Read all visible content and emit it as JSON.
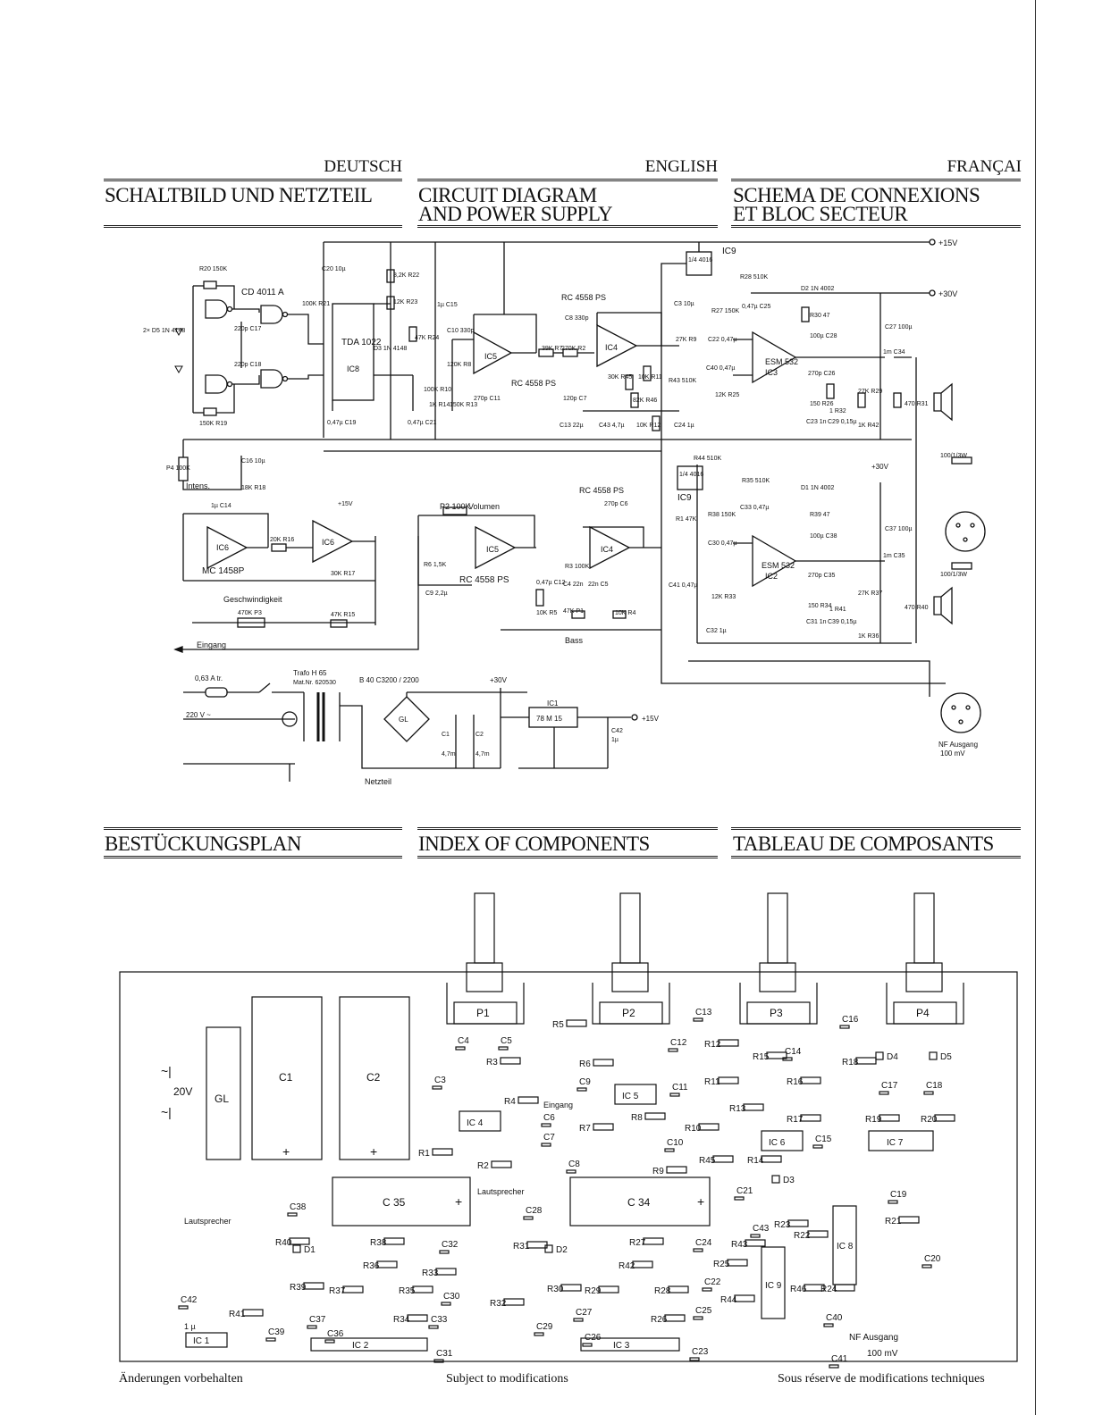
{
  "header": {
    "languages": {
      "de": "DEUTSCH",
      "en": "ENGLISH",
      "fr": "FRANÇAI"
    },
    "schematic_titles": {
      "de": "SCHALTBILD UND NETZTEIL",
      "en_line1": "CIRCUIT DIAGRAM",
      "en_line2": "AND POWER SUPPLY",
      "fr_line1": "SCHEMA DE CONNEXIONS",
      "fr_line2": "ET BLOC SECTEUR"
    },
    "layout_titles": {
      "de": "BESTÜCKUNGSPLAN",
      "en": "INDEX OF COMPONENTS",
      "fr": "TABLEAU DE COMPOSANTS"
    }
  },
  "schematic": {
    "rails": {
      "plus15": "+15V",
      "plus30": "+30V"
    },
    "ics": {
      "ic9": "IC9",
      "ic9_part": "1/4 4016",
      "ic7_part": "CD 4011 A",
      "ic8_part": "TDA 1022",
      "ic8": "IC8",
      "ic4_ic5_part": "RC 4558 PS",
      "ic5": "IC5",
      "ic4": "IC4",
      "ic6": "IC6",
      "ic6_part": "MC 1458P",
      "ic3": "IC3",
      "ic2": "IC2",
      "esm": "ESM 532"
    },
    "controls": {
      "intens": "Intens.",
      "volumen": "Volumen",
      "bass": "Bass",
      "geschw": "Geschwindigkeit",
      "eingang": "Eingang"
    },
    "supply": {
      "fuse": "0,63 A tr.",
      "trafo": "Trafo H 65",
      "matnr": "Mat.Nr. 620530",
      "bridge": "B 40 C3200 / 2200",
      "mains": "220 V ~",
      "reg": "78 M 15",
      "reg_label": "IC1",
      "netzteil": "Netzteil",
      "v30": "+30V",
      "v15": "+15V",
      "c1": "C1",
      "c1v": "4,7m",
      "c2": "C2",
      "c2v": "4,7m",
      "c42": "C42",
      "c42v": "1µ",
      "gl": "GL"
    },
    "outputs": {
      "nf": "NF Ausgang",
      "nf_level": "100 mV",
      "spk_rating": "100/1/3W"
    },
    "labels": {
      "r20": "R20 150K",
      "r19": "150K R19",
      "r21": "100K R21",
      "r22": "8,2K R22",
      "r23": "12K R23",
      "r24": "47K R24",
      "c20": "C20 10µ",
      "c15": "1µ C15",
      "c17": "220p C17",
      "c18": "220p C18",
      "d5": "2× D5 1N 4148",
      "d3": "D3 1N 4148",
      "c10": "C10 330p",
      "r8": "120K R8",
      "r10": "100K R10",
      "c11": "270p C11",
      "r14": "1K R14",
      "r13": "150K R13",
      "c21": "0,47µ C21",
      "c19": "0,47µ C19",
      "c8": "C8 330p",
      "r7": "39K R7",
      "r2": "270K R2",
      "c7": "120p C7",
      "r45": "30K R45",
      "r11": "10K R11",
      "r46": "82K R46",
      "r12": "10K R12",
      "c13": "C13 22µ",
      "c43": "C43 4,7µ",
      "c3": "C3 10µ",
      "r9": "27K R9",
      "r43": "R43 510K",
      "c40": "C40 0,47µ",
      "c24": "C24 1µ",
      "r28": "R28 510K",
      "r27": "R27 150K",
      "c25": "0,47µ C25",
      "c22": "C22 0,47µ",
      "r25": "12K R25",
      "d2": "D2 1N 4002",
      "r30": "R30 47",
      "c28": "100µ C28",
      "c26": "270p C26",
      "r26": "150 R26",
      "r32": "1 R32",
      "c23": "C23 1n",
      "c29": "C29 0,15µ",
      "r29": "27K R29",
      "r42": "1K R42",
      "c27": "C27 100µ",
      "c34": "1m C34",
      "r31": "470 R31",
      "r44": "R44 510K",
      "r1": "R1 47K",
      "c41": "C41 0,47µ",
      "r38": "R38 150K",
      "r35": "R35 510K",
      "c33": "C33 0,47µ",
      "c30": "C30 0,47µ",
      "r33": "12K R33",
      "c32": "C32 1µ",
      "d1": "D1 1N 4002",
      "r39": "R39 47",
      "c38": "100µ C38",
      "c35": "270p C35",
      "r34": "150 R34",
      "r41": "1 R41",
      "c31": "C31 1n",
      "c39": "C39 0,15µ",
      "r37": "27K R37",
      "r36": "1K R36",
      "c37": "C37 100µ",
      "c35b": "1m C35",
      "r40": "470 R40",
      "c16": "C16 10µ",
      "p4": "P4 100K",
      "r18": "18K R18",
      "c14": "1µ C14",
      "r16": "20K R16",
      "r17": "30K R17",
      "r15": "47K R15",
      "p3": "470K P3",
      "p2": "P2 100K",
      "r6": "R6 1,5K",
      "c9": "C9 2,2µ",
      "c12": "0,47µ C12",
      "r5": "10K R5",
      "r3": "R3 100K",
      "c4": "C4 22n",
      "c5": "22n C5",
      "p1": "47K P1",
      "r4": "10K R4",
      "c6": "270p C6"
    }
  },
  "pcb": {
    "pots": [
      "P1",
      "P2",
      "P3",
      "P4"
    ],
    "big_caps": {
      "c1": "C1",
      "c2": "C2",
      "c35": "C 35",
      "c34": "C 34",
      "gl": "GL"
    },
    "mains": {
      "ac1": "~|",
      "v": "20V",
      "ac2": "~|"
    },
    "ics": [
      "IC 5",
      "IC 4",
      "IC 6",
      "IC 7",
      "IC 8",
      "IC 9",
      "IC 1",
      "IC 2",
      "IC 3"
    ],
    "texts": {
      "eingang": "Eingang",
      "lautsprecher": "Lautsprecher",
      "lautsprecher2": "Lautsprecher",
      "nf": "NF Ausgang",
      "nf_level": "100 mV",
      "c42v": "1 µ",
      "plus": "+"
    },
    "labels": [
      {
        "k": "R5"
      },
      {
        "k": "C4"
      },
      {
        "k": "C5"
      },
      {
        "k": "C3"
      },
      {
        "k": "R3"
      },
      {
        "k": "R6"
      },
      {
        "k": "C9"
      },
      {
        "k": "R4"
      },
      {
        "k": "C6"
      },
      {
        "k": "C7"
      },
      {
        "k": "R7"
      },
      {
        "k": "C8"
      },
      {
        "k": "R2"
      },
      {
        "k": "R1"
      },
      {
        "k": "R8"
      },
      {
        "k": "R10"
      },
      {
        "k": "C10"
      },
      {
        "k": "R9"
      },
      {
        "k": "C13"
      },
      {
        "k": "C12"
      },
      {
        "k": "R12"
      },
      {
        "k": "R11"
      },
      {
        "k": "C11"
      },
      {
        "k": "R13"
      },
      {
        "k": "R15"
      },
      {
        "k": "C14"
      },
      {
        "k": "R16"
      },
      {
        "k": "R17"
      },
      {
        "k": "R14"
      },
      {
        "k": "R45"
      },
      {
        "k": "C15"
      },
      {
        "k": "R18"
      },
      {
        "k": "C16"
      },
      {
        "k": "D4"
      },
      {
        "k": "D5"
      },
      {
        "k": "C17"
      },
      {
        "k": "C18"
      },
      {
        "k": "R19"
      },
      {
        "k": "R20"
      },
      {
        "k": "C19"
      },
      {
        "k": "R21"
      },
      {
        "k": "C20"
      },
      {
        "k": "C21"
      },
      {
        "k": "D3"
      },
      {
        "k": "R23"
      },
      {
        "k": "C43"
      },
      {
        "k": "R22"
      },
      {
        "k": "R43"
      },
      {
        "k": "R46"
      },
      {
        "k": "R24"
      },
      {
        "k": "R44"
      },
      {
        "k": "C40"
      },
      {
        "k": "C41"
      },
      {
        "k": "C38"
      },
      {
        "k": "R40"
      },
      {
        "k": "D1"
      },
      {
        "k": "R38"
      },
      {
        "k": "C32"
      },
      {
        "k": "R39"
      },
      {
        "k": "R36"
      },
      {
        "k": "R33"
      },
      {
        "k": "R37"
      },
      {
        "k": "R35"
      },
      {
        "k": "C30"
      },
      {
        "k": "C42"
      },
      {
        "k": "R41"
      },
      {
        "k": "C37"
      },
      {
        "k": "C39"
      },
      {
        "k": "R34"
      },
      {
        "k": "C33"
      },
      {
        "k": "C36"
      },
      {
        "k": "C31"
      },
      {
        "k": "C28"
      },
      {
        "k": "R31"
      },
      {
        "k": "D2"
      },
      {
        "k": "R27"
      },
      {
        "k": "C24"
      },
      {
        "k": "R42"
      },
      {
        "k": "R25"
      },
      {
        "k": "R30"
      },
      {
        "k": "R29"
      },
      {
        "k": "R28"
      },
      {
        "k": "C22"
      },
      {
        "k": "R32"
      },
      {
        "k": "C29"
      },
      {
        "k": "C27"
      },
      {
        "k": "R26"
      },
      {
        "k": "C25"
      },
      {
        "k": "C26"
      },
      {
        "k": "C23"
      }
    ]
  },
  "footer": {
    "de": "Änderungen vorbehalten",
    "en": "Subject to modifications",
    "fr": "Sous réserve de modifications techniques"
  }
}
